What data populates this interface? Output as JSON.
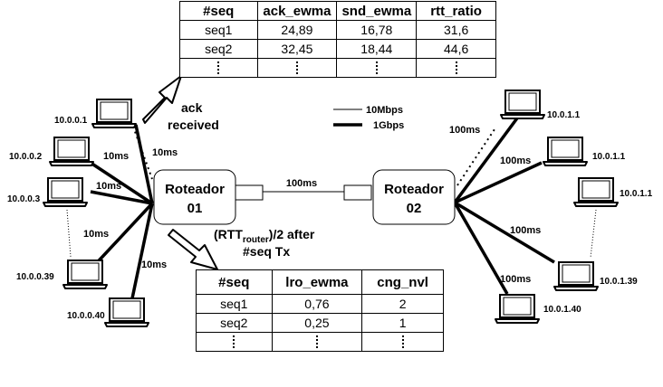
{
  "top_table": {
    "headers": [
      "#seq",
      "ack_ewma",
      "snd_ewma",
      "rtt_ratio"
    ],
    "rows": [
      [
        "seq1",
        "24,89",
        "16,78",
        "31,6"
      ],
      [
        "seq2",
        "32,45",
        "18,44",
        "44,6"
      ]
    ]
  },
  "bottom_table": {
    "headers": [
      "#seq",
      "lro_ewma",
      "cng_nvl"
    ],
    "rows": [
      [
        "seq1",
        "0,76",
        "2"
      ],
      [
        "seq2",
        "0,25",
        "1"
      ]
    ]
  },
  "routers": {
    "r1": {
      "line1": "Roteador",
      "line2": "01"
    },
    "r2": {
      "line1": "Roteador",
      "line2": "02"
    },
    "link_label": "100ms"
  },
  "legend": {
    "thin": "10Mbps",
    "thick": "1Gbps"
  },
  "annotations": {
    "ack_line1": "ack",
    "ack_line2": "received",
    "rtt_prefix": "(RTT",
    "rtt_sub": "router",
    "rtt_suffix": ")/2 after",
    "rtt_line2": "#seq Tx"
  },
  "left_hosts": [
    {
      "ip": "10.0.0.1",
      "delay": "10ms"
    },
    {
      "ip": "10.0.0.2",
      "delay": "10ms"
    },
    {
      "ip": "10.0.0.3",
      "delay": "10ms"
    },
    {
      "ip": "10.0.0.39",
      "delay": "10ms"
    },
    {
      "ip": "10.0.0.40",
      "delay": "10ms"
    }
  ],
  "right_hosts": [
    {
      "ip": "10.0.1.1",
      "delay": "100ms"
    },
    {
      "ip": "10.0.1.1",
      "delay": "100ms"
    },
    {
      "ip": "10.0.1.1",
      "delay": ""
    },
    {
      "ip": "10.0.1.39",
      "delay": "100ms"
    },
    {
      "ip": "10.0.1.40",
      "delay": "100ms"
    }
  ]
}
